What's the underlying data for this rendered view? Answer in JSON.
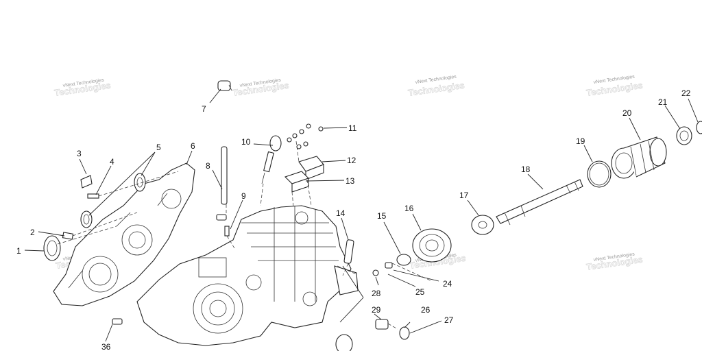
{
  "watermark": "vNext Technologies",
  "callouts": [
    "1",
    "2",
    "3",
    "4",
    "5",
    "6",
    "7",
    "8",
    "9",
    "10",
    "11",
    "12",
    "13",
    "14",
    "15",
    "16",
    "17",
    "18",
    "19",
    "20",
    "21",
    "22",
    "24",
    "25",
    "26",
    "27",
    "28",
    "29",
    "36"
  ],
  "colors": {
    "ink": "#222222",
    "watermark": "#9a9a9a",
    "background": "#ffffff"
  }
}
